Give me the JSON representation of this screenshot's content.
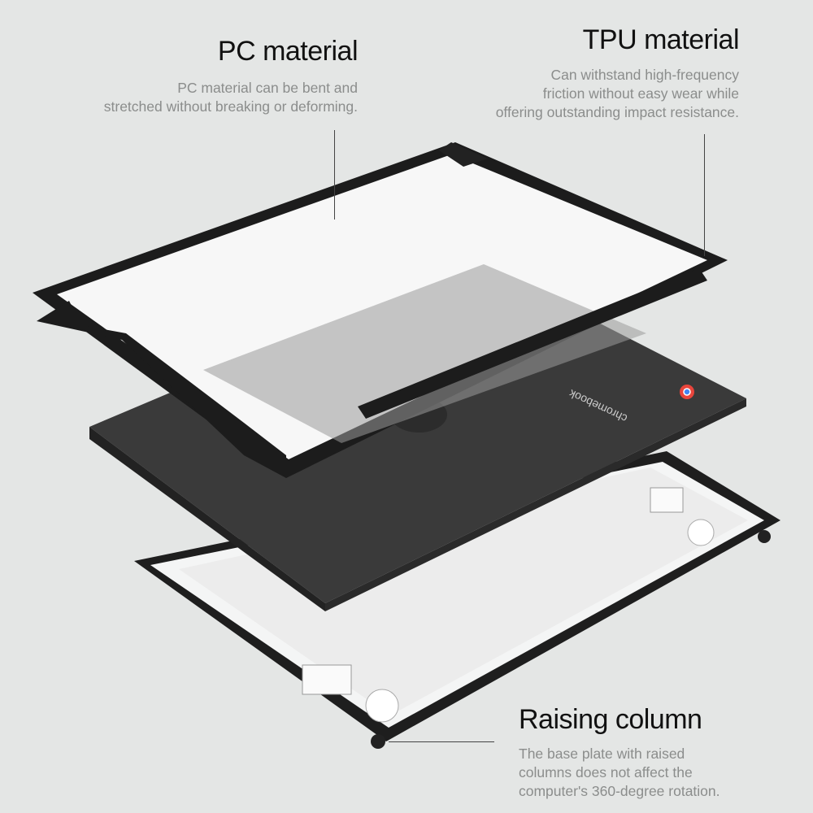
{
  "pc": {
    "title": "PC material",
    "desc": "PC material can be bent and\nstretched without breaking or deforming."
  },
  "tpu": {
    "title": "TPU material",
    "desc": "Can withstand high-frequency\nfriction without easy wear while\noffering outstanding impact resistance."
  },
  "column": {
    "title": "Raising column",
    "desc": "The base plate with raised\n columns does not affect the\n computer's 360-degree rotation."
  },
  "laptop": {
    "brand_text": "chromebook"
  },
  "colors": {
    "background": "#e4e6e5",
    "frame": "#1c1c1c",
    "laptop": "#3a3a3a"
  }
}
